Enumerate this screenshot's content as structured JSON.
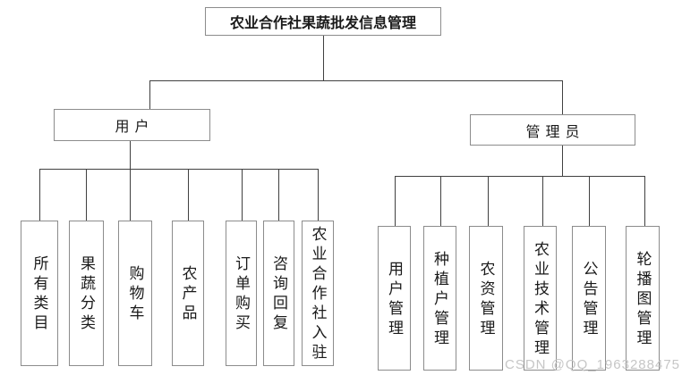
{
  "tree": {
    "root": "农业合作社果蔬批发信息管理",
    "branches": [
      {
        "label": "用户",
        "children": [
          "所有类目",
          "果蔬分类",
          "购物车",
          "农产品",
          "订单购买",
          "咨询回复",
          "农业合作社入驻"
        ]
      },
      {
        "label": "管理员",
        "children": [
          "用户管理",
          "种植户管理",
          "农资管理",
          "农业技术管理",
          "公告管理",
          "轮播图管理"
        ]
      }
    ]
  },
  "watermark": "CSDN @QQ_1963288475",
  "colors": {
    "background": "#ffffff",
    "connector": "#404040",
    "box_border": "#8c8c8c",
    "text": "#1a1a1a",
    "watermark": "#c6c6c6"
  }
}
